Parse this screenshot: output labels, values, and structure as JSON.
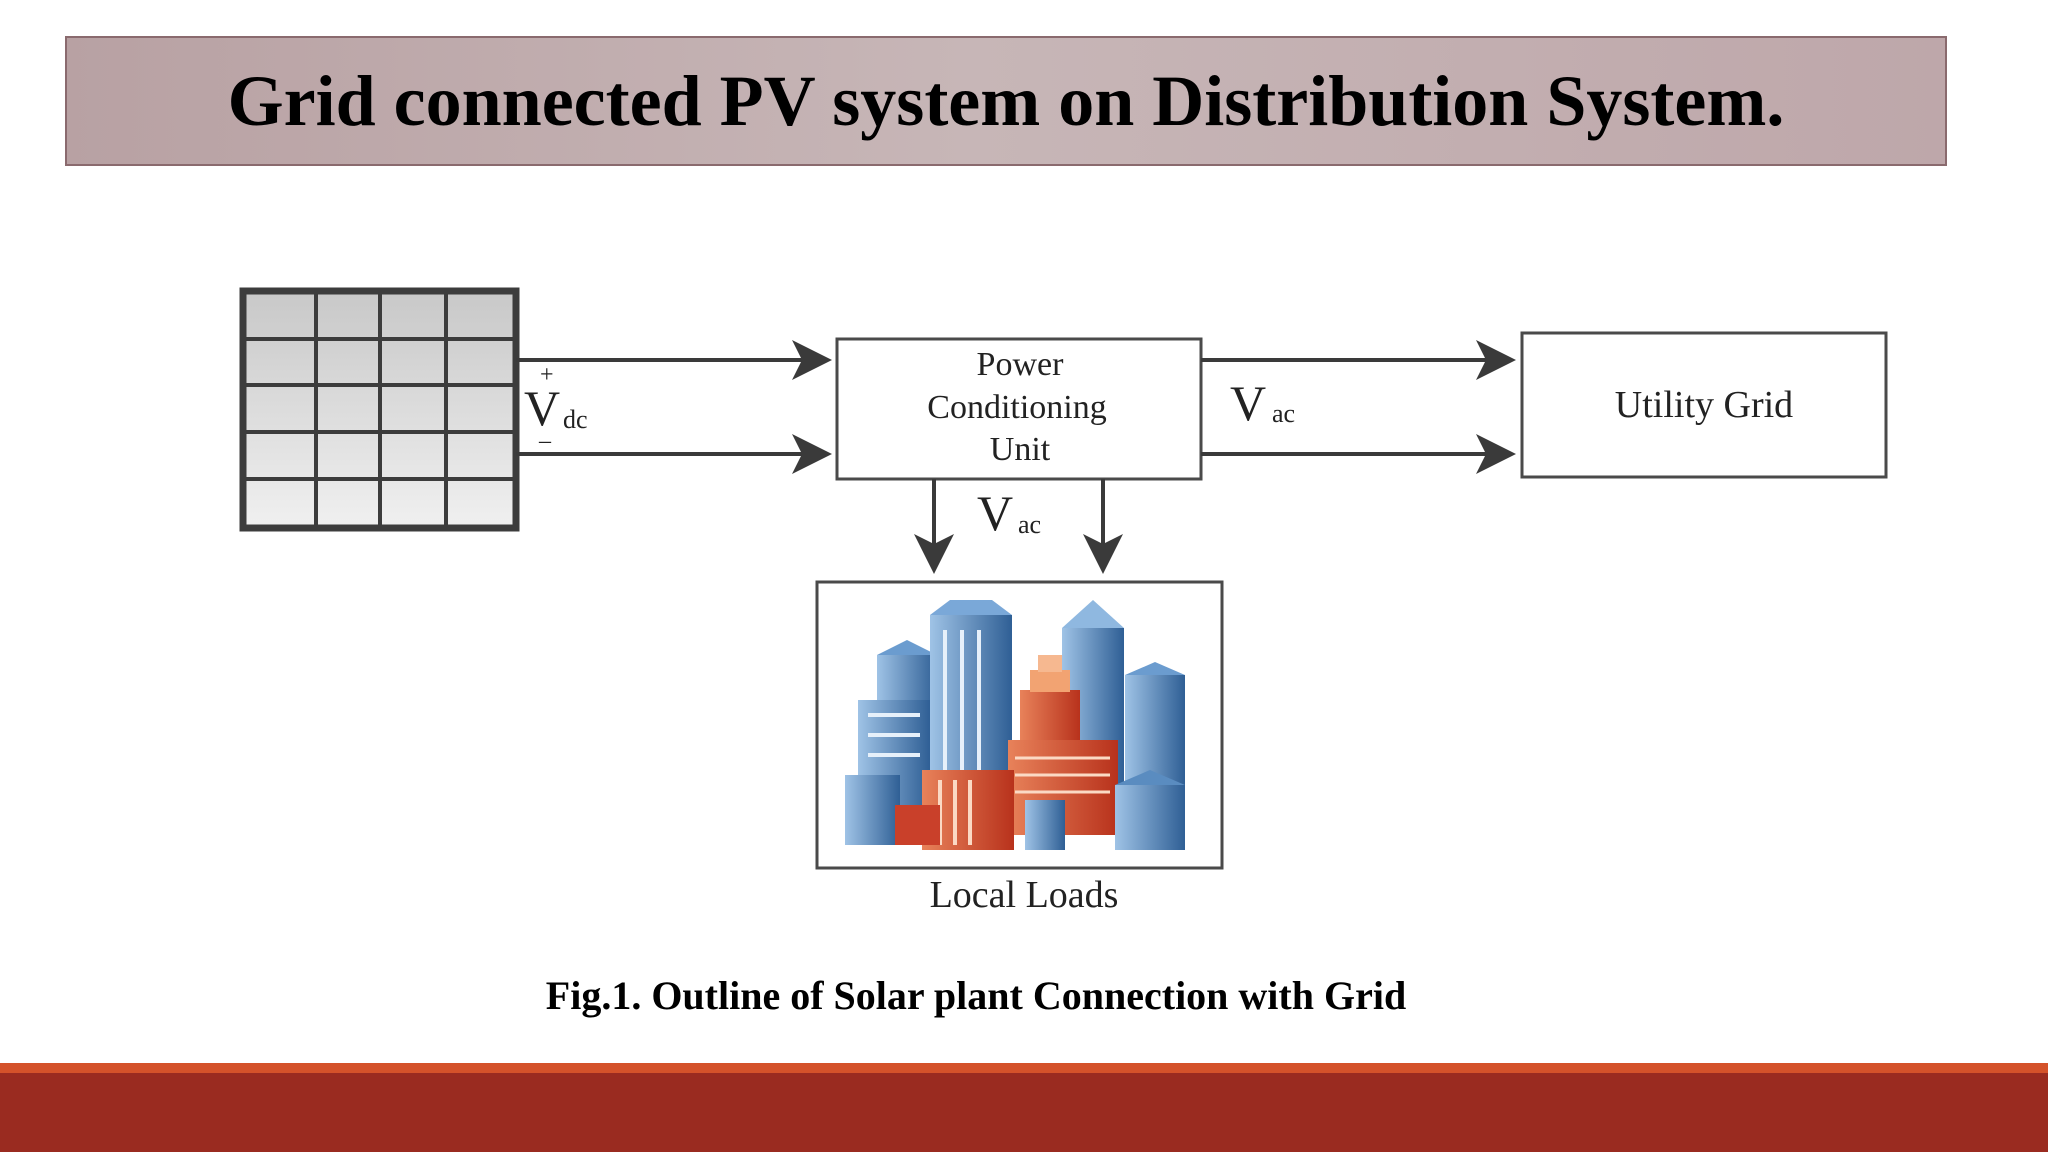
{
  "slide": {
    "title": "Grid connected PV system on Distribution System.",
    "caption": "Fig.1. Outline of Solar plant Connection with Grid"
  },
  "diagram": {
    "pv_panel": {
      "plus": "+",
      "minus": "–",
      "v_main": "V",
      "v_sub": "dc"
    },
    "power_conditioning_unit": {
      "line1": "Power",
      "line2": "Conditioning",
      "line3": "Unit"
    },
    "vac_right": {
      "main": "V",
      "sub": "ac"
    },
    "vac_down": {
      "main": "V",
      "sub": "ac"
    },
    "utility_grid": "Utility Grid",
    "local_loads": "Local Loads"
  },
  "colors": {
    "banner": "#c0abad",
    "footer_accent": "#d4522a",
    "footer_bar": "#9a2b20",
    "arrow": "#3a3a3a"
  }
}
